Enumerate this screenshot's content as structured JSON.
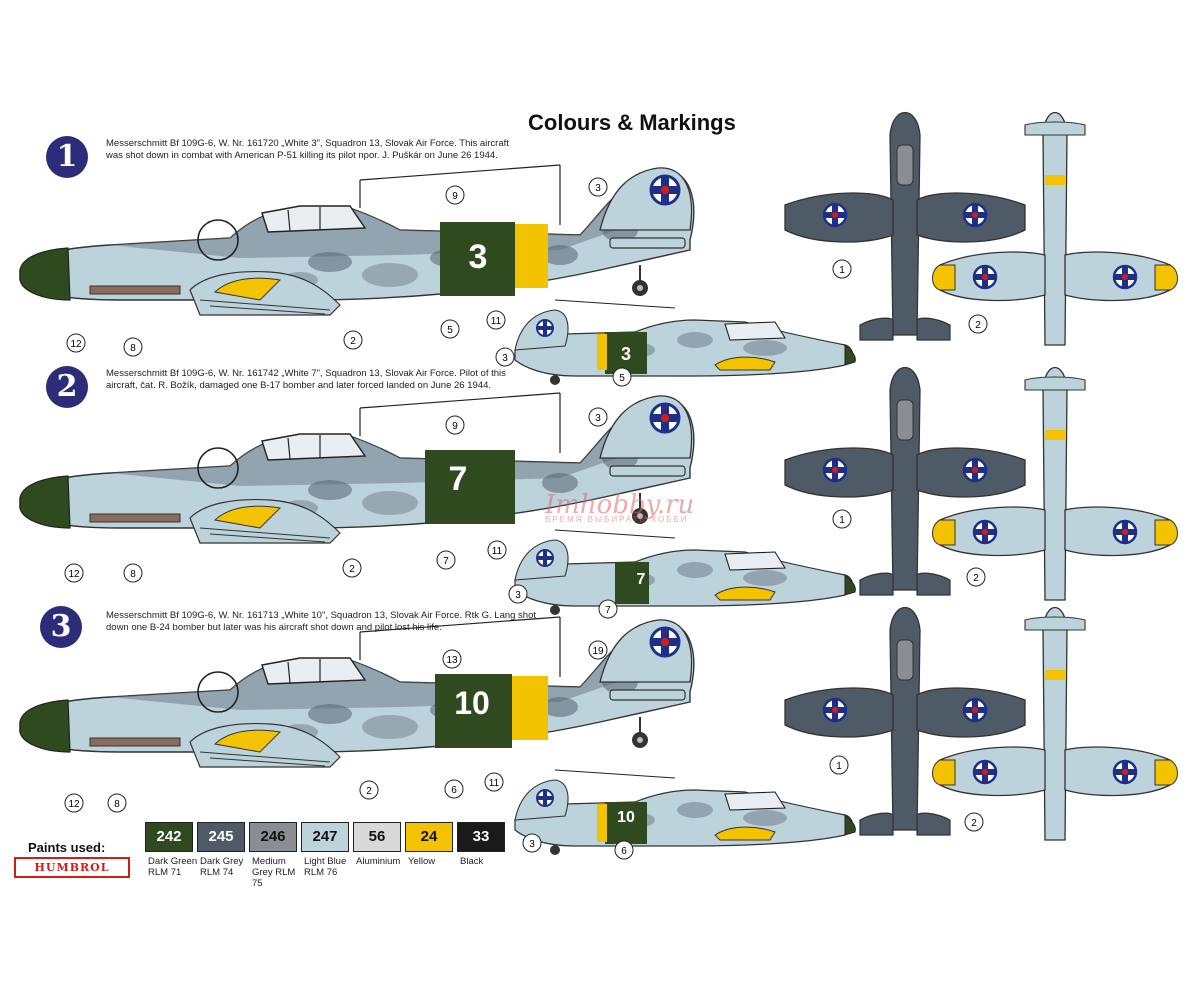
{
  "title": "Colours & Markings",
  "schemes": [
    {
      "number": "1",
      "description": "Messerschmitt Bf 109G-6, W. Nr. 161720 „White 3\", Squadron 13, Slovak Air Force. This aircraft was shot down in combat with American P-51 killing its pilot npor. J. Puškár on June 26 1944.",
      "code": "3"
    },
    {
      "number": "2",
      "description": "Messerschmitt Bf 109G-6, W. Nr. 161742 „White 7\", Squadron 13, Slovak Air Force. Pilot of this aircraft, čat. R. Božík, damaged one B-17 bomber and later forced landed on June 26 1944.",
      "code": "7"
    },
    {
      "number": "3",
      "description": "Messerschmitt Bf 109G-6, W. Nr. 161713 „White 10\", Squadron 13, Slovak Air Force. Rtk G. Lang shot down one B-24 bomber but later was his aircraft shot down and pilot lost his life.",
      "code": "10"
    }
  ],
  "callouts": {
    "s1": [
      "9",
      "3",
      "12",
      "8",
      "2",
      "5",
      "11",
      "3",
      "5",
      "1",
      "2"
    ],
    "s2": [
      "9",
      "3",
      "12",
      "8",
      "2",
      "7",
      "11",
      "3",
      "7",
      "1",
      "2"
    ],
    "s3": [
      "13",
      "19",
      "12",
      "8",
      "2",
      "6",
      "11",
      "3",
      "6",
      "1",
      "2"
    ]
  },
  "paints_label": "Paints used:",
  "brand": "HUMBROL",
  "paints": [
    {
      "code": "242",
      "name": "Dark Green RLM 71",
      "color": "#2f4a1f",
      "text_color": "#ffffff"
    },
    {
      "code": "245",
      "name": "Dark Grey RLM 74",
      "color": "#4e5a66",
      "text_color": "#ffffff"
    },
    {
      "code": "246",
      "name": "Medium Grey RLM 75",
      "color": "#8a8d93",
      "text_color": "#111111"
    },
    {
      "code": "247",
      "name": "Light Blue RLM 76",
      "color": "#bdd3dc",
      "text_color": "#111111"
    },
    {
      "code": "56",
      "name": "Aluminium",
      "color": "#d9d9d9",
      "text_color": "#111111"
    },
    {
      "code": "24",
      "name": "Yellow",
      "color": "#f3c300",
      "text_color": "#111111"
    },
    {
      "code": "33",
      "name": "Black",
      "color": "#1a1a1a",
      "text_color": "#ffffff"
    }
  ],
  "watermark": "Imhobby.ru",
  "watermark_sub": "ВРЕМЯ ВЫБИРАТЬ ХОББИ",
  "colors": {
    "dark_green": "#2f4a1f",
    "light_blue": "#bdd3dc",
    "yellow": "#f3c300",
    "roundel_blue": "#1e2f8a",
    "roundel_red": "#d21c1c",
    "mottle": "#6f7d8c"
  }
}
